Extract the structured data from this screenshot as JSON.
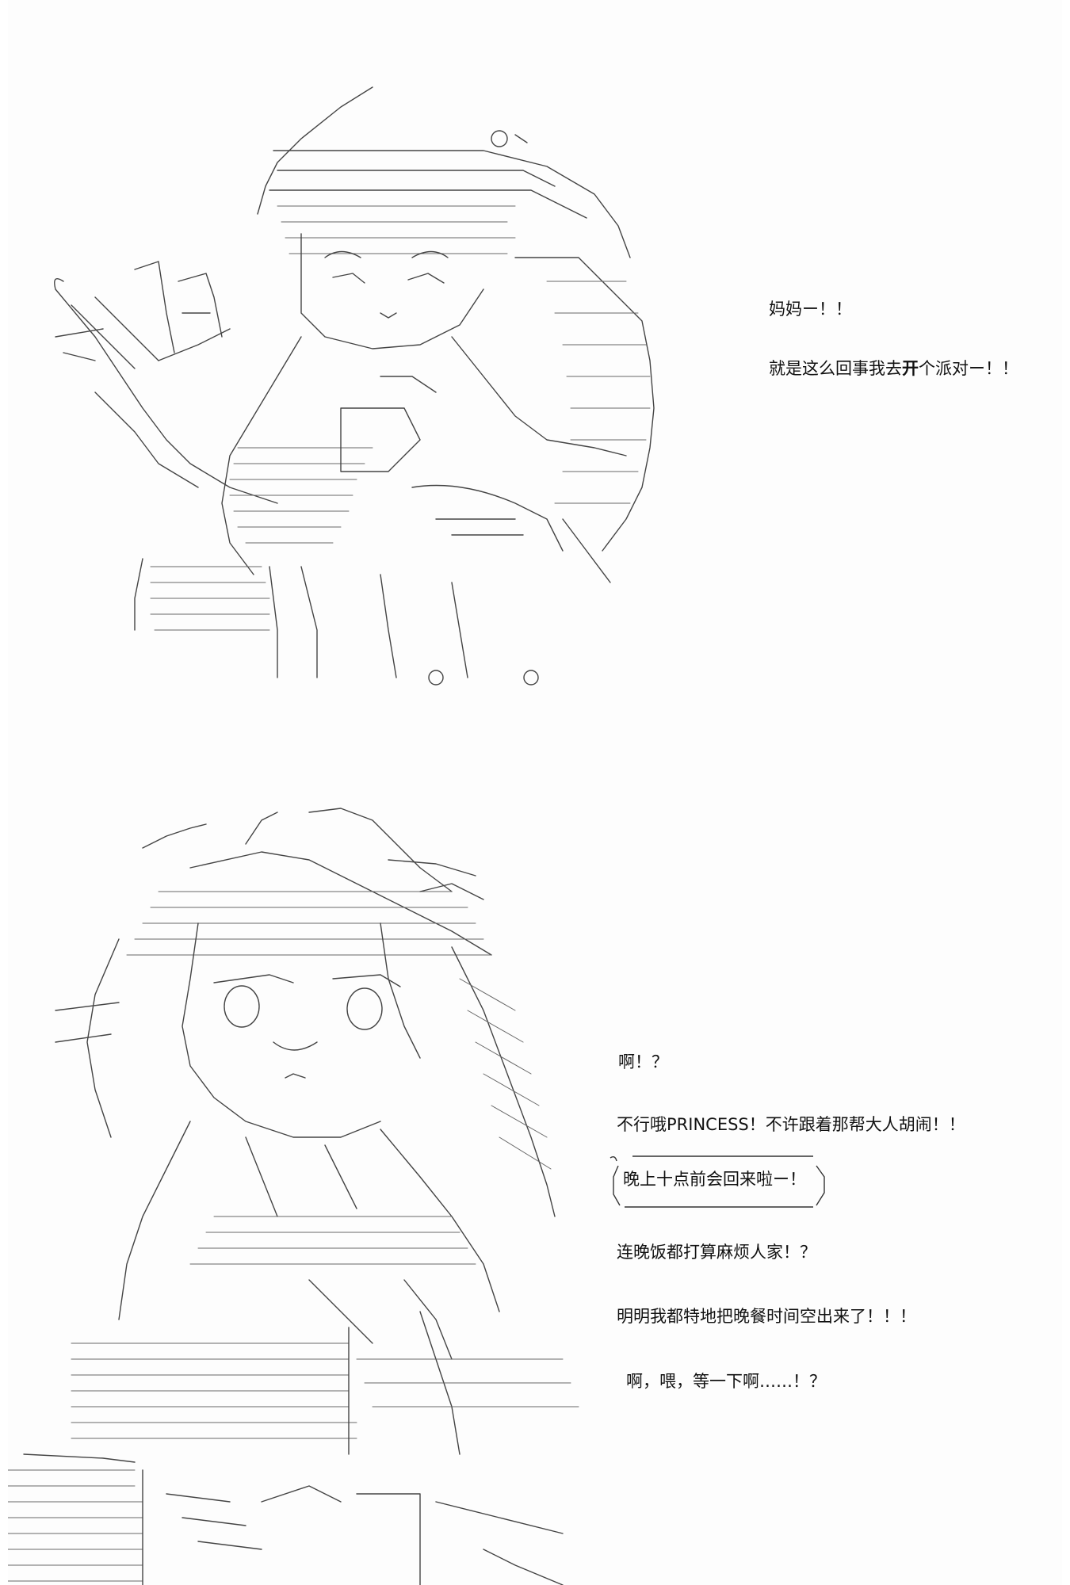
{
  "panel_top": {
    "lines": [
      {
        "text": "妈妈ー！！"
      },
      {
        "pre": "就是这么回事我去",
        "emph": "开",
        "post": "个派对ー！！"
      }
    ]
  },
  "panel_bottom": {
    "lines": [
      {
        "text": "啊！？"
      },
      {
        "text": "不行哦PRINCESS！不许跟着那帮大人胡闹！！"
      },
      {
        "text": "连晚饭都打算麻烦人家！？"
      },
      {
        "text": "明明我都特地把晚餐时间空出来了！！！"
      },
      {
        "text": "啊，喂，等一下啊……！？"
      }
    ],
    "speech_box": {
      "text": "晚上十点前会回来啦ー！"
    }
  }
}
